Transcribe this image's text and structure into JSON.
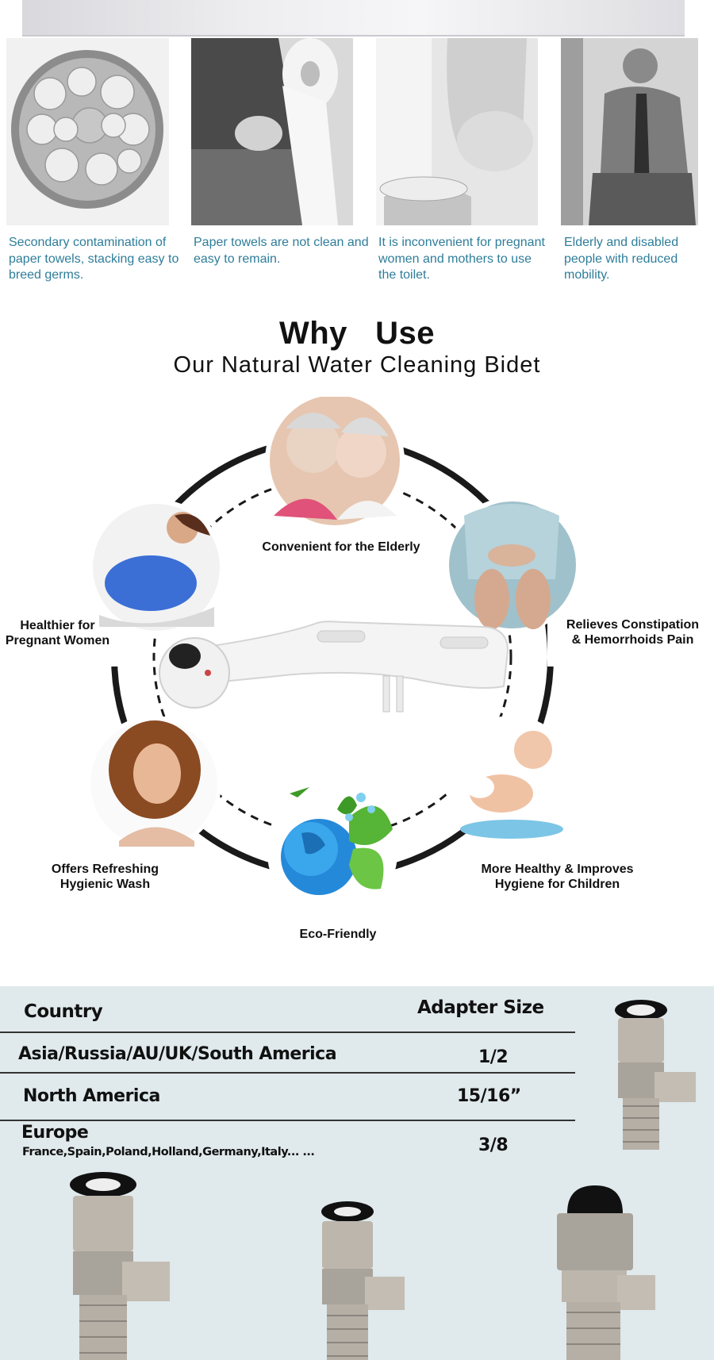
{
  "problems": [
    {
      "name": "paper-bowl",
      "caption": "Secondary contamination of paper towels, stacking easy to breed germs."
    },
    {
      "name": "paper-roll",
      "caption": "Paper towels are not clean and easy to remain."
    },
    {
      "name": "pregnant",
      "caption": "It is inconvenient for pregnant women and mothers to use the toilet."
    },
    {
      "name": "elderly",
      "caption": "Elderly and disabled people with reduced mobility."
    }
  ],
  "heading": {
    "title": "Why  Use",
    "subtitle": "Our Natural Water Cleaning Bidet"
  },
  "benefits": {
    "elderly": "Convenient for the Elderly",
    "pregnant_line1": "Healthier for",
    "pregnant_line2": "Pregnant Women",
    "constipation_line1": "Relieves Constipation",
    "constipation_line2": "& Hemorrhoids Pain",
    "wash_line1": "Offers Refreshing",
    "wash_line2": "Hygienic Wash",
    "children_line1": "More Healthy & Improves",
    "children_line2": "Hygiene for Children",
    "eco": "Eco-Friendly"
  },
  "adapter_table": {
    "header_country": "Country",
    "header_size": "Adapter Size",
    "rows": [
      {
        "country": "Asia/Russia/AU/UK/South America",
        "size": "1/2"
      },
      {
        "country": "North America",
        "size": "15/16”"
      },
      {
        "country": "Europe",
        "sub": "France,Spain,Poland,Holland,Germany,Italy... ...",
        "size": "3/8"
      }
    ]
  },
  "colors": {
    "caption": "#2e7d9a",
    "table_bg": "#e0e9ec",
    "ring": "#1a1a1a"
  }
}
